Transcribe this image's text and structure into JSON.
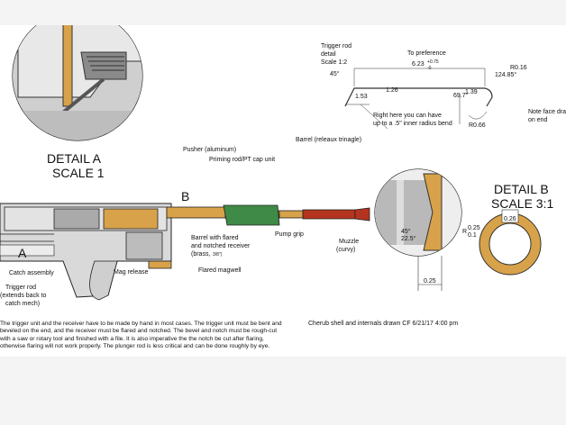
{
  "detail_a": {
    "title": "DETAIL A",
    "scale": "SCALE 1"
  },
  "detail_b": {
    "title": "DETAIL B",
    "scale": "SCALE 3:1",
    "dim_top": "0.26",
    "dim_bottom": "0.25",
    "dim_r1": "0.25",
    "dim_r2": "0.1",
    "dim_angle": "45°\n22.5°",
    "dim_r": "R"
  },
  "trigger_rod_detail": {
    "title": [
      "Trigger rod",
      "detail",
      "Scale 1:2"
    ],
    "to_preference": "To preference",
    "dim_length": "6.23",
    "dim_tol": "+0.75",
    "dim_tol2": "-0",
    "dim_r016": "R0.16",
    "dim_angle1": "124.85°",
    "dim_45": "45°",
    "dim_153": "1.53",
    "dim_126": "1.26",
    "dim_139": "1.39",
    "dim_697": "69.7°",
    "dim_r066": "R0.66",
    "bend_note": [
      "Right here you can have",
      "up to a .5\" inner radius bend"
    ],
    "face_note": [
      "Note face draft",
      "on end"
    ]
  },
  "labels": {
    "pusher": "Pusher (aluminum)",
    "priming": "Priming rod/PT cap unit",
    "barrel": "Barrel (releaux trinagle)",
    "b": "B",
    "a": "A",
    "barrel_flared": [
      "Barrel with flared",
      "and notched receiver",
      "(brass,"
    ],
    "barrel_frac": "3/8\")",
    "pump_grip": "Pump grip",
    "muzzle": [
      "Muzzle",
      "(curvy)"
    ],
    "catch_assembly": "Catch assembly",
    "mag_release": "Mag release",
    "flared_magwell": "Flared magwell",
    "trigger_rod": [
      "Trigger rod",
      "(extends back to",
      "catch mech)"
    ]
  },
  "description": "The trigger unit and the receiver have to be made by hand in most cases. The trigger unit must be bent and beveled on the end, and the receiver must be flared and notched. The bevel and notch must be rough-cut with a saw or rotary tool and finished with a file. It is also imperative the the notch be cut after flaring, otherwise flaring will not work properly. The plunger rod is less critical and can be done roughly by eye.",
  "credit": "Cherub shell and internals drawn CF 6/21/17 4:00 pm",
  "colors": {
    "brass": "#d8a24a",
    "green": "#3f8a46",
    "red": "#b5341f",
    "steel": "#c8c8c8"
  }
}
